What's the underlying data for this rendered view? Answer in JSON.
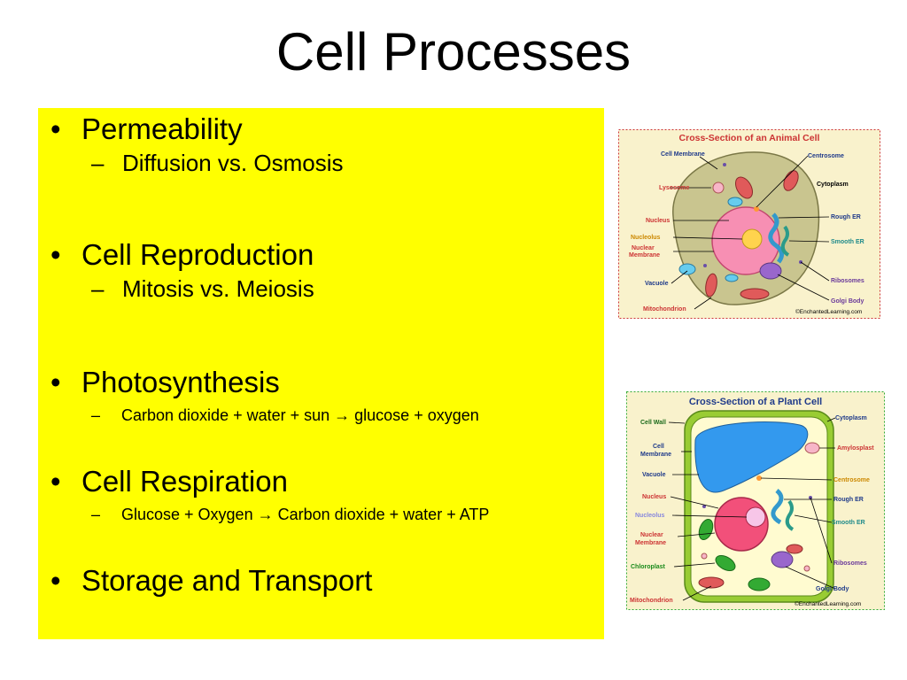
{
  "slide": {
    "title": "Cell Processes",
    "bullets": [
      {
        "text": "Permeability",
        "sub": "Diffusion vs. Osmosis"
      },
      {
        "text": "Cell Reproduction",
        "sub": "Mitosis vs. Meiosis"
      },
      {
        "text": "Photosynthesis",
        "sub": "Carbon dioxide + water + sun → glucose + oxygen"
      },
      {
        "text": "Cell Respiration",
        "sub": "Glucose + Oxygen → Carbon dioxide + water + ATP"
      },
      {
        "text": "Storage and Transport"
      }
    ],
    "bullet_glyph": "•",
    "dash_glyph": "–"
  },
  "animal_cell": {
    "title": "Cross-Section of an Animal Cell",
    "labels": {
      "cell_membrane": "Cell Membrane",
      "lysosome": "Lysosome",
      "nucleus": "Nucleus",
      "nucleolus": "Nucleolus",
      "nuclear_membrane_1": "Nuclear",
      "nuclear_membrane_2": "Membrane",
      "vacuole": "Vacuole",
      "mitochondrion": "Mitochondrion",
      "centrosome": "Centrosome",
      "cytoplasm": "Cytoplasm",
      "rough_er": "Rough ER",
      "smooth_er": "Smooth ER",
      "ribosomes": "Ribosomes",
      "golgi_body": "Golgi Body",
      "credit": "©EnchantedLearning.com"
    },
    "colors": {
      "background": "#f9f2cc",
      "border": "#cc3333",
      "cell": "#c9c58f",
      "nucleus": "#f78fb3",
      "nucleolus": "#ffd34d",
      "golgi": "#9966cc",
      "er": "#3399cc"
    }
  },
  "plant_cell": {
    "title": "Cross-Section of a Plant Cell",
    "labels": {
      "cell_wall": "Cell Wall",
      "cell_membrane_1": "Cell",
      "cell_membrane_2": "Membrane",
      "vacuole": "Vacuole",
      "nucleus": "Nucleus",
      "nucleolus": "Nucleolus",
      "nuclear_membrane_1": "Nuclear",
      "nuclear_membrane_2": "Membrane",
      "chloroplast": "Chloroplast",
      "mitochondrion": "Mitochondrion",
      "cytoplasm": "Cytoplasm",
      "amylosplast": "Amylosplast",
      "centrosome": "Centrosome",
      "rough_er": "Rough ER",
      "smooth_er": "Smooth ER",
      "ribosomes": "Ribosomes",
      "golgi_body": "Golgi Body",
      "credit": "©EnchantedLearning.com"
    },
    "colors": {
      "background": "#f9f2cc",
      "border": "#33aa33",
      "wall": "#99cc33",
      "cytoplasm": "#fffbd0",
      "vacuole": "#3399ee",
      "nucleus": "#f2507a",
      "chloroplast": "#33aa33"
    }
  }
}
